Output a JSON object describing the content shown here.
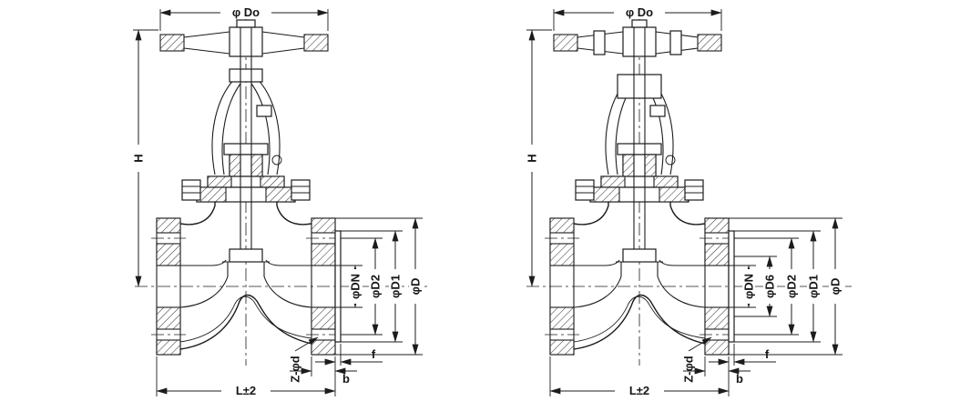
{
  "drawing": {
    "background": "#ffffff",
    "line_color": "#1c1c1c",
    "valves": [
      {
        "id": "left",
        "dim_handwheel_diameter": "φ Do",
        "dim_height": "H",
        "radial_dims": [
          "φDN",
          "φD2",
          "φD1",
          "φD"
        ],
        "dim_bolt_holes": "Z-φd",
        "dim_flange_thickness": "b",
        "dim_raised_face": "f",
        "dim_face_to_face": "L±2"
      },
      {
        "id": "right",
        "dim_handwheel_diameter": "φ Do",
        "dim_height": "H",
        "radial_dims": [
          "φDN",
          "φD6",
          "φD2",
          "φD1",
          "φD"
        ],
        "dim_bolt_holes": "Z-φd",
        "dim_flange_thickness": "b",
        "dim_raised_face": "f",
        "dim_face_to_face": "L±2"
      }
    ]
  }
}
